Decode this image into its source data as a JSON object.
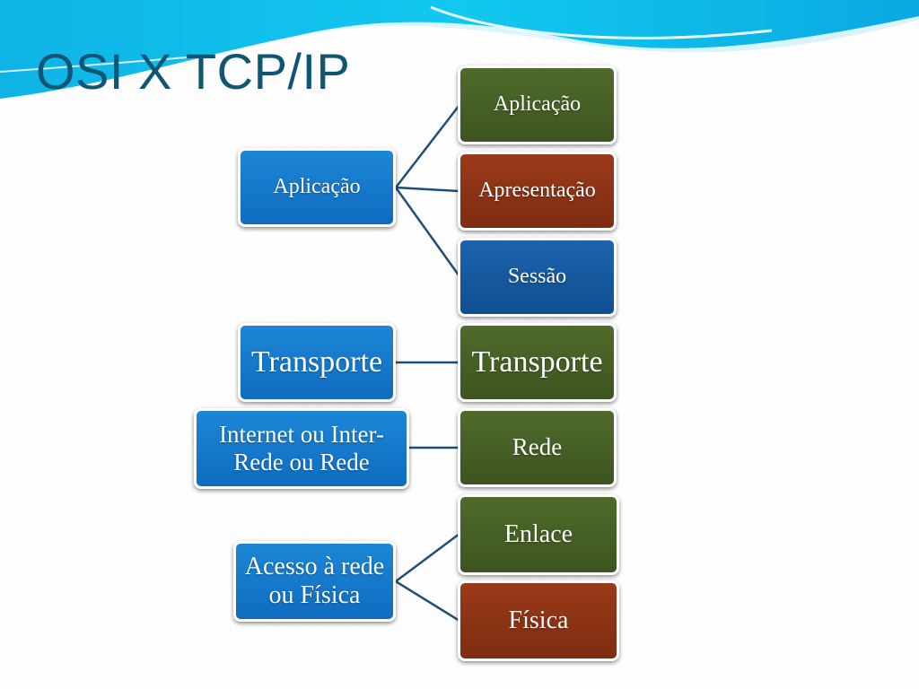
{
  "slide": {
    "title": "OSI X TCP/IP"
  },
  "tcpip": {
    "application": "Aplicação",
    "transport": "Transporte",
    "internet": "Internet ou Inter-\nRede ou Rede",
    "network_access": "Acesso à rede\nou Física"
  },
  "osi": {
    "application": "Aplicação",
    "presentation": "Apresentação",
    "session": "Sessão",
    "transport": "Transporte",
    "network": "Rede",
    "data_link": "Enlace",
    "physical": "Física"
  },
  "colors": {
    "title": "#0f5672",
    "tcpip_box": "#0f6cc0",
    "osi_green": "#3c5520",
    "osi_brown": "#7f2c10",
    "osi_navy": "#0f4f92",
    "connector": "#1f4e79"
  }
}
